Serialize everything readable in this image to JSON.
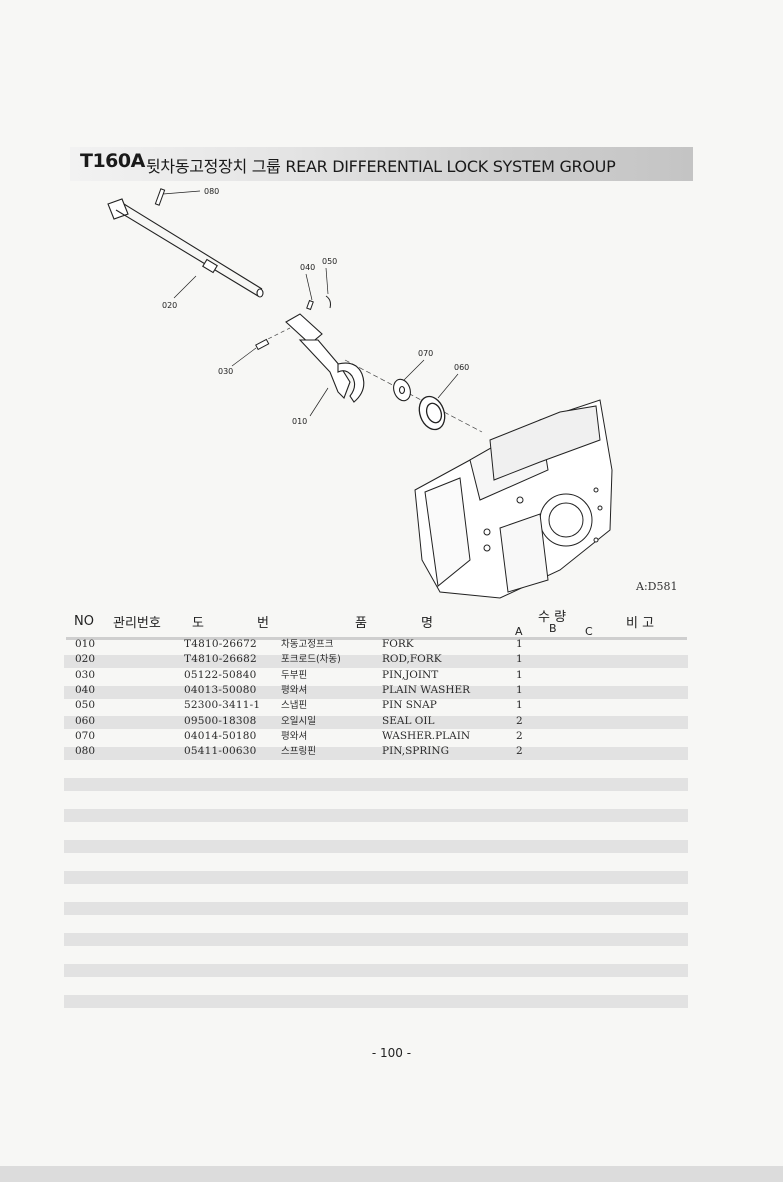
{
  "page": {
    "code": "T160A",
    "title": "뒷차동고정장치 그룹  REAR DIFFERENTIAL LOCK SYSTEM GROUP",
    "diagram_ref": "A:D581",
    "page_number": "- 100 -"
  },
  "callouts": {
    "c010": "010",
    "c020": "020",
    "c030": "030",
    "c040": "040",
    "c050": "050",
    "c060": "060",
    "c070": "070",
    "c080": "080"
  },
  "table": {
    "headers": {
      "no": "NO",
      "control": "관리번호",
      "drawing_1": "도",
      "drawing_2": "번",
      "name_1": "품",
      "name_2": "명",
      "qty": "수 량",
      "qty_a": "A",
      "qty_b": "B",
      "qty_c": "C",
      "remark": "비 고"
    },
    "rows": [
      {
        "no": "010",
        "part": "T4810-26672",
        "ko": "차동고정프크",
        "name": "FORK",
        "qty": "1"
      },
      {
        "no": "020",
        "part": "T4810-26682",
        "ko": "포크로드(차동)",
        "name": "ROD,FORK",
        "qty": "1"
      },
      {
        "no": "030",
        "part": "05122-50840",
        "ko": "두부핀",
        "name": "PIN,JOINT",
        "qty": "1"
      },
      {
        "no": "040",
        "part": "04013-50080",
        "ko": "평와셔",
        "name": "PLAIN WASHER",
        "qty": "1"
      },
      {
        "no": "050",
        "part": "52300-3411-1",
        "ko": "스냅핀",
        "name": "PIN SNAP",
        "qty": "1"
      },
      {
        "no": "060",
        "part": "09500-18308",
        "ko": "오일시일",
        "name": "SEAL OIL",
        "qty": "2"
      },
      {
        "no": "070",
        "part": "04014-50180",
        "ko": "평와셔",
        "name": "WASHER.PLAIN",
        "qty": "2"
      },
      {
        "no": "080",
        "part": "05411-00630",
        "ko": "스프링핀",
        "name": "PIN,SPRING",
        "qty": "2"
      }
    ]
  }
}
